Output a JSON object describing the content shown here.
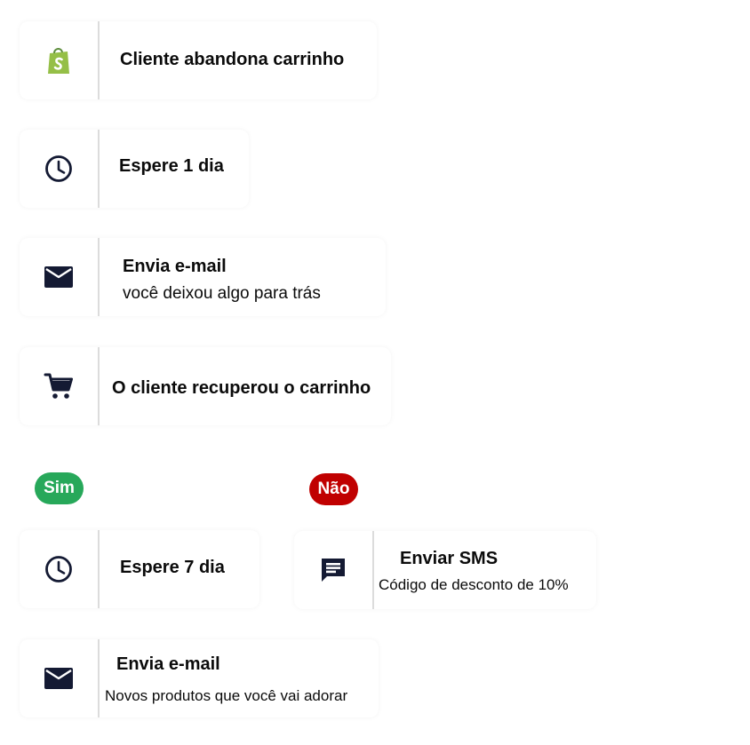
{
  "steps": [
    {
      "title": "Cliente abandona carrinho",
      "icon": "shopify-bag-icon"
    },
    {
      "title": "Espere 1 dia",
      "icon": "clock-icon"
    },
    {
      "title": "Envia e-mail",
      "subtitle": "você deixou algo para trás",
      "icon": "mail-icon"
    },
    {
      "title": "O cliente recuperou o carrinho",
      "icon": "cart-icon"
    }
  ],
  "branches": {
    "yes": {
      "label": "Sim",
      "color": "#27a85a"
    },
    "no": {
      "label": "Não",
      "color": "#c00000"
    }
  },
  "yes_steps": [
    {
      "title": "Espere 7 dia",
      "icon": "clock-icon"
    },
    {
      "title": "Envia e-mail",
      "subtitle": "Novos produtos que você vai adorar",
      "icon": "mail-icon"
    }
  ],
  "no_steps": [
    {
      "title": "Enviar SMS",
      "subtitle": "Código de desconto de 10%",
      "icon": "sms-icon"
    }
  ],
  "colors": {
    "icon": "#141a33",
    "shopify_green": "#95bf47",
    "divider": "#dcdcdc"
  }
}
